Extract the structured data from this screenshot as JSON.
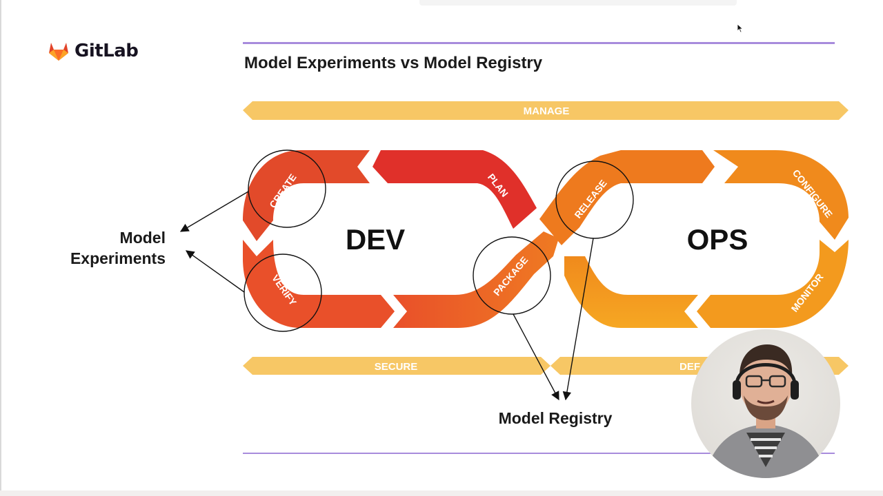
{
  "brand": {
    "logo_text": "GitLab",
    "logo_icon": "gitlab-tanuki-icon"
  },
  "slide": {
    "title": "Model Experiments vs Model Registry"
  },
  "diagram": {
    "bands": {
      "manage": "MANAGE",
      "secure": "SECURE",
      "defend_visible": "DEF"
    },
    "dev_label": "DEV",
    "ops_label": "OPS",
    "stages": [
      "CREATE",
      "PLAN",
      "VERIFY",
      "PACKAGE",
      "RELEASE",
      "CONFIGURE",
      "MONITOR"
    ]
  },
  "annotations": {
    "model_experiments_line1": "Model",
    "model_experiments_line2": "Experiments",
    "model_registry": "Model Registry"
  },
  "colors": {
    "accent_rule": "#a78bdc",
    "band": "#f7c765",
    "dev_red": "#e03a2a",
    "ops_orange": "#f39a1e"
  },
  "webcam": {
    "description_icon": "presenter-webcam-avatar"
  }
}
